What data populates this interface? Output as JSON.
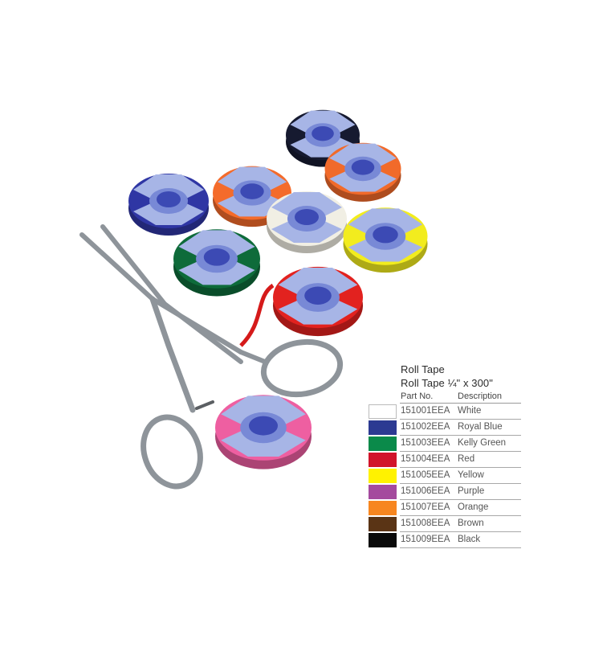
{
  "product": {
    "title": "Roll Tape",
    "subtitle": "Roll Tape ¼\" x 300\""
  },
  "table": {
    "headers": {
      "part_no": "Part No.",
      "description": "Description"
    },
    "rows": [
      {
        "part_no": "151001EEA",
        "description": "White",
        "color": "#ffffff"
      },
      {
        "part_no": "151002EEA",
        "description": "Royal Blue",
        "color": "#2c3a92"
      },
      {
        "part_no": "151003EEA",
        "description": "Kelly Green",
        "color": "#0a8a4a"
      },
      {
        "part_no": "151004EEA",
        "description": "Red",
        "color": "#d1142b"
      },
      {
        "part_no": "151005EEA",
        "description": "Yellow",
        "color": "#fff200"
      },
      {
        "part_no": "151006EEA",
        "description": "Purple",
        "color": "#a44a9e"
      },
      {
        "part_no": "151007EEA",
        "description": "Orange",
        "color": "#f7861f"
      },
      {
        "part_no": "151008EEA",
        "description": "Brown",
        "color": "#5a3415"
      },
      {
        "part_no": "151009EEA",
        "description": "Black",
        "color": "#0a0a0a"
      }
    ]
  },
  "reels": [
    {
      "name": "navy-reel",
      "color": "#161a30"
    },
    {
      "name": "orange-reel",
      "color": "#f16a2a"
    },
    {
      "name": "orange-reel-2",
      "color": "#f46b2b"
    },
    {
      "name": "blue-reel",
      "color": "#2f36a4"
    },
    {
      "name": "white-reel",
      "color": "#f1efe4"
    },
    {
      "name": "yellow-reel",
      "color": "#f2ec1e"
    },
    {
      "name": "green-reel",
      "color": "#0e6b3a"
    },
    {
      "name": "red-reel",
      "color": "#e2221f"
    },
    {
      "name": "pink-reel",
      "color": "#ee5fa1"
    }
  ]
}
